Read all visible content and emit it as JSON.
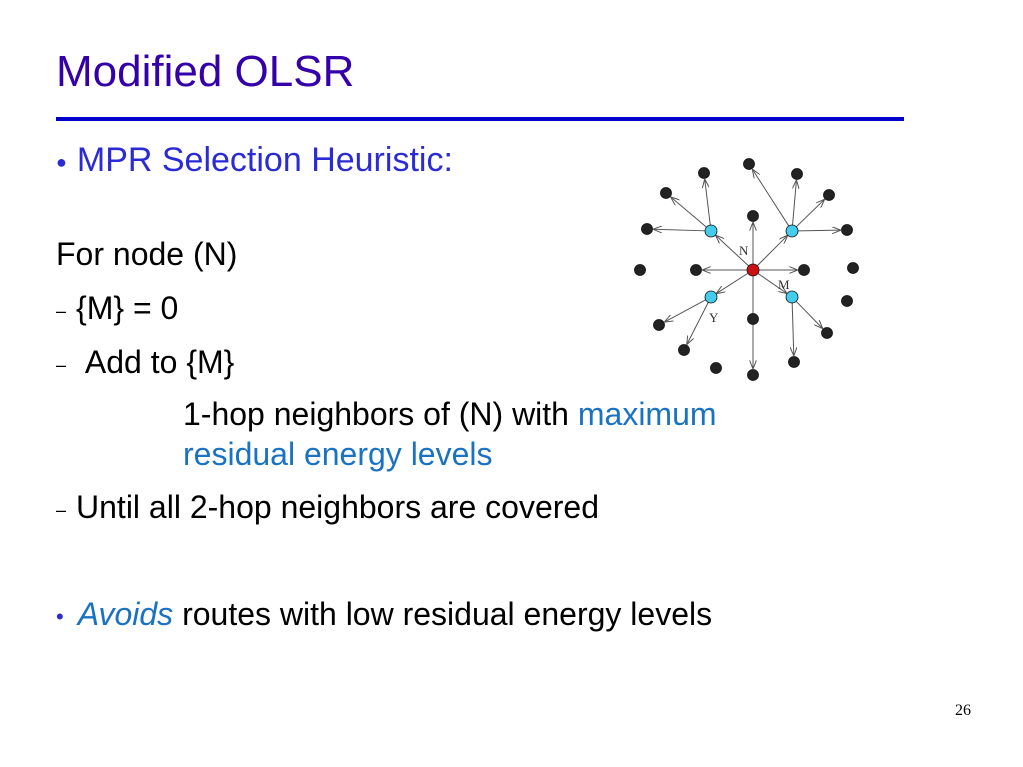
{
  "slide": {
    "title": "Modified OLSR",
    "bullet": "MPR Selection Heuristic:",
    "for_node": "For node (N)",
    "step1": "{M} = 0",
    "step2": "Add to {M}",
    "step3_prefix": "1-hop neighbors of (N) with ",
    "step3_highlight_1": "maximum",
    "step3_highlight_2": "residual energy levels",
    "step4": "Until all 2-hop neighbors are covered",
    "final_em": "Avoids",
    "final_rest": " routes with low residual energy levels",
    "page_number": "26"
  },
  "diagram": {
    "labels": {
      "center": "N",
      "mpr": "M",
      "other": "Y"
    },
    "colors": {
      "center": "#cc1111",
      "mpr": "#44ccee",
      "other": "#222222",
      "edge": "#555555"
    }
  }
}
